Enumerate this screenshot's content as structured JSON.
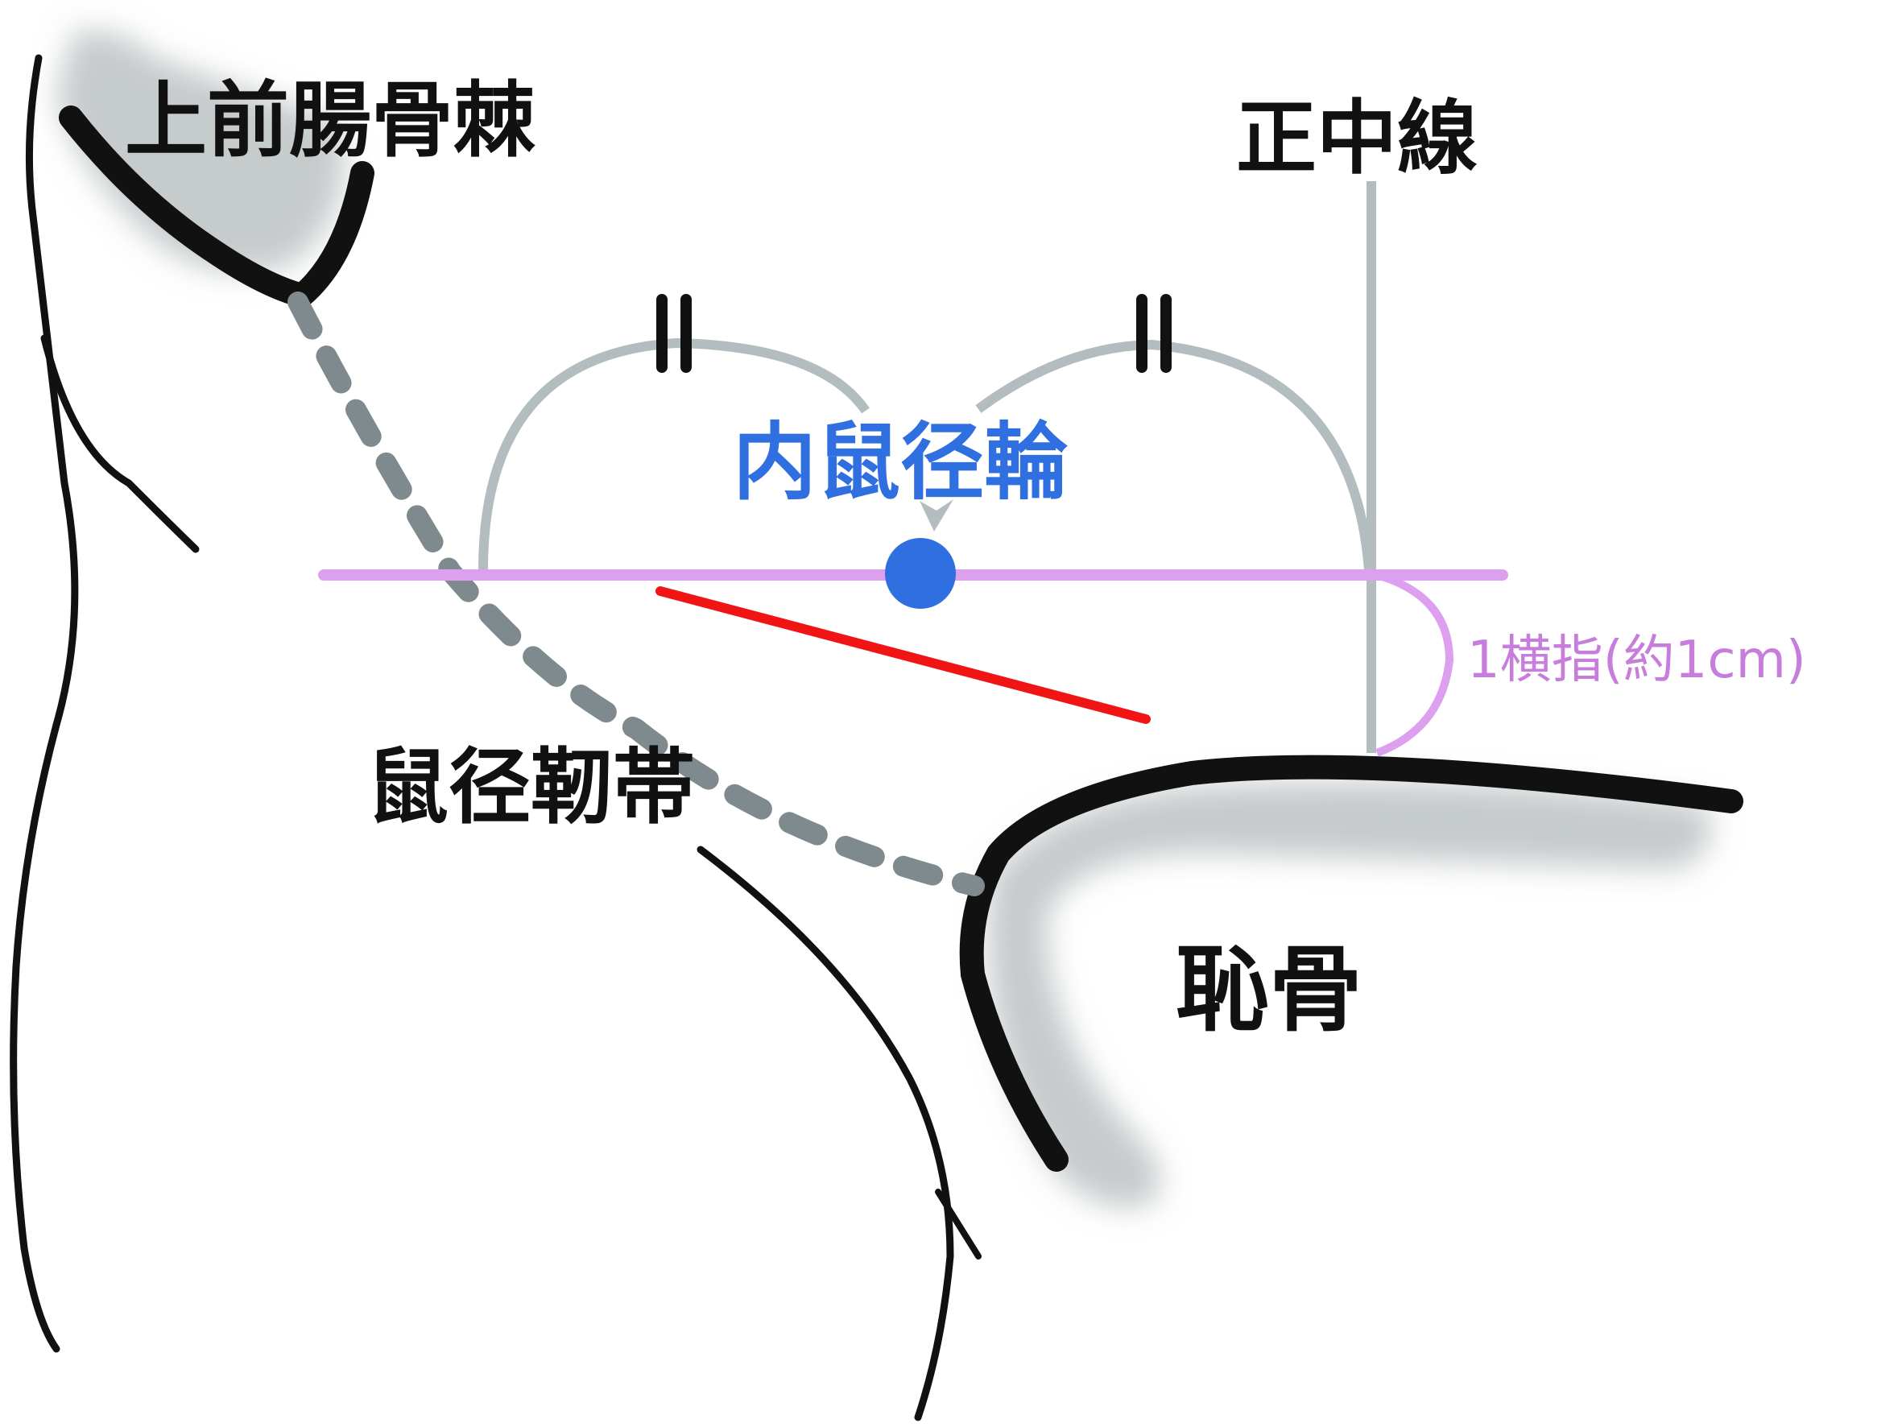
{
  "labels": {
    "asis": "上前腸骨棘",
    "midline": "正中線",
    "deep_inguinal_ring": "内鼠径輪",
    "one_finger_width": "1横指(約1cm)",
    "inguinal_ligament": "鼠径靭帯",
    "pubis": "恥骨"
  },
  "equal_marks": [
    "||",
    "||"
  ],
  "colors": {
    "outline": "#111111",
    "bone_shadow": "#c6cbcc",
    "ligament": "#7f8a8e",
    "arcs": "#b3bcbf",
    "horizontal_line": "#dda0ee",
    "finger_arc": "#dda0ee",
    "ring_marker": "#2f6fe0",
    "incision": "#f01414",
    "ring_label": "#2f6fe0",
    "finger_label": "#c77ddc"
  }
}
